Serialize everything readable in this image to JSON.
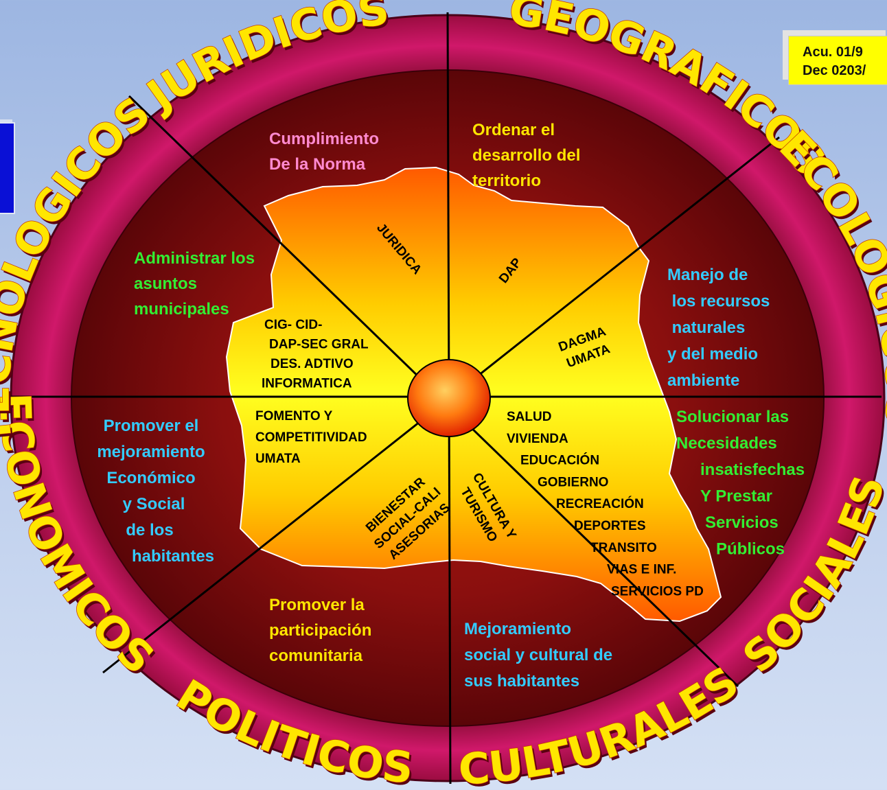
{
  "note": {
    "line1": "Acu. 01/9",
    "line2": "Dec 0203/"
  },
  "colors": {
    "ring": "#c0155a",
    "disc": "#8a0d10",
    "ring_text": "#ffe600",
    "center": "#ff7a00",
    "pink_text": "#ff8ad0",
    "yellow_text": "#ffe600",
    "green_text": "#33ee33",
    "cyan_text": "#33ccff"
  },
  "ring_labels": [
    {
      "id": "juridicos",
      "text": "JURIDICOS"
    },
    {
      "id": "geograficos",
      "text": "GEOGRAFICOS"
    },
    {
      "id": "ecologicos",
      "text": "ECOLOGICOS"
    },
    {
      "id": "sociales",
      "text": "SOCIALES"
    },
    {
      "id": "culturales",
      "text": "CULTURALES"
    },
    {
      "id": "politicos",
      "text": "POLITICOS"
    },
    {
      "id": "economicos",
      "text": "ECONOMICOS"
    },
    {
      "id": "tecnologicos",
      "text": "TECNOLOGICOS"
    }
  ],
  "goals": [
    {
      "id": "juridicos",
      "color": "#ff8ad0",
      "lines": [
        "Cumplimiento",
        "De la Norma"
      ]
    },
    {
      "id": "geograficos",
      "color": "#ffe600",
      "lines": [
        "Ordenar el",
        "desarrollo del",
        "territorio"
      ]
    },
    {
      "id": "ecologicos",
      "color": "#33ccff",
      "lines": [
        "Manejo de",
        " los recursos",
        " naturales",
        "y del   medio",
        "ambiente"
      ]
    },
    {
      "id": "sociales",
      "color": "#33ee33",
      "lines": [
        "Solucionar las",
        "Necesidades",
        "insatisfechas",
        "Y  Prestar",
        "Servicios",
        "Públicos"
      ]
    },
    {
      "id": "culturales",
      "color": "#33ccff",
      "lines": [
        "Mejoramiento",
        "social y cultural de",
        "sus habitantes"
      ]
    },
    {
      "id": "politicos",
      "color": "#ffe600",
      "lines": [
        "Promover la",
        "participación",
        "comunitaria"
      ]
    },
    {
      "id": "economicos",
      "color": "#33ccff",
      "lines": [
        "Promover el",
        "mejoramiento",
        "Económico",
        "y Social",
        "de los",
        "habitantes"
      ]
    },
    {
      "id": "tecnologicos",
      "color": "#33ee33",
      "lines": [
        "Administrar los",
        "asuntos",
        "municipales"
      ]
    }
  ],
  "departments": [
    {
      "id": "juridica",
      "lines": [
        "JURIDICA"
      ]
    },
    {
      "id": "dap",
      "lines": [
        "DAP"
      ]
    },
    {
      "id": "dagma",
      "lines": [
        "DAGMA",
        "UMATA"
      ]
    },
    {
      "id": "tecnologicos",
      "lines": [
        "CIG- CID-",
        "DAP-SEC GRAL",
        "DES. ADTIVO",
        "INFORMATICA"
      ]
    },
    {
      "id": "economicos",
      "lines": [
        "FOMENTO Y",
        "COMPETITIVIDAD",
        "UMATA"
      ]
    },
    {
      "id": "bienestar",
      "lines": [
        "BIENESTAR",
        "SOCIAL-CALI",
        "ASESORIAS"
      ]
    },
    {
      "id": "cultura",
      "lines": [
        "CULTURA Y",
        "TURISMO"
      ]
    },
    {
      "id": "sociales",
      "lines": [
        "SALUD",
        "VIVIENDA",
        "EDUCACIÓN",
        "GOBIERNO",
        "RECREACIÓN",
        "DEPORTES",
        "TRANSITO",
        "VIAS E INF.",
        "SERVICIOS PD"
      ]
    }
  ]
}
